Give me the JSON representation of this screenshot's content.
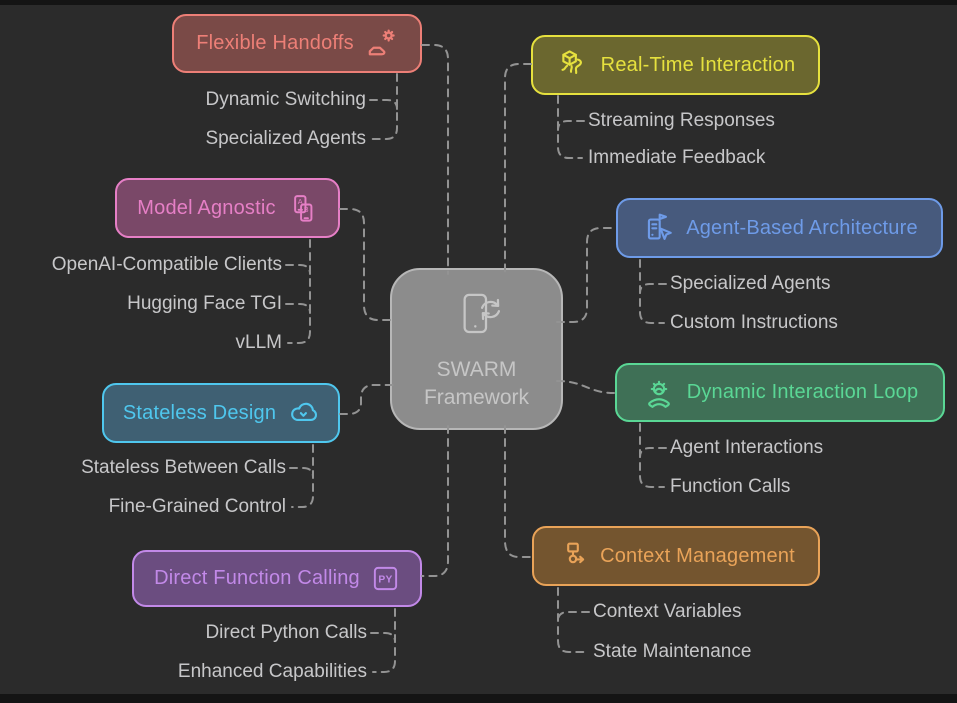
{
  "colors": {
    "background": "#2b2b2b",
    "frame": "#141414",
    "connector": "#939393",
    "child_text": "#c7c7c9"
  },
  "center": {
    "title_line1": "SWARM",
    "title_line2": "Framework",
    "icon": "phone-sync-icon",
    "fill": "#8c8c8c",
    "border": "#b7b7b7",
    "text_color": "#c6c6c6"
  },
  "nodes": [
    {
      "id": "flexible-handoffs",
      "label": "Flexible Handoffs",
      "icon": "flag-gear-icon",
      "side": "left",
      "color": "#ed7f77",
      "fill": "#7a4a47",
      "children": [
        "Dynamic Switching",
        "Specialized Agents"
      ]
    },
    {
      "id": "model-agnostic",
      "label": "Model Agnostic",
      "icon": "phones-ab-icon",
      "side": "left",
      "color": "#e67fc6",
      "fill": "#7a4868",
      "children": [
        "OpenAI-Compatible Clients",
        "Hugging Face TGI",
        "vLLM"
      ]
    },
    {
      "id": "stateless-design",
      "label": "Stateless Design",
      "icon": "cloud-chevron-icon",
      "side": "left",
      "color": "#4fc7ee",
      "fill": "#3f6073",
      "children": [
        "Stateless Between Calls",
        "Fine-Grained Control"
      ]
    },
    {
      "id": "direct-function-calling",
      "label": "Direct Function Calling",
      "icon": "python-badge-icon",
      "side": "left",
      "color": "#c289e8",
      "fill": "#6b4d80",
      "children": [
        "Direct Python Calls",
        "Enhanced Capabilities"
      ]
    },
    {
      "id": "real-time-interaction",
      "label": "Real-Time Interaction",
      "icon": "cube-drone-icon",
      "side": "right",
      "color": "#e6e13e",
      "fill": "#6b672f",
      "children": [
        "Streaming Responses",
        "Immediate Feedback"
      ]
    },
    {
      "id": "agent-based-architecture",
      "label": "Agent-Based Architecture",
      "icon": "building-cursor-icon",
      "side": "right",
      "color": "#6e9be8",
      "fill": "#475a7d",
      "children": [
        "Specialized Agents",
        "Custom Instructions"
      ]
    },
    {
      "id": "dynamic-interaction-loop",
      "label": "Dynamic Interaction Loop",
      "icon": "gear-handset-icon",
      "side": "right",
      "color": "#5ad795",
      "fill": "#3f7056",
      "children": [
        "Agent Interactions",
        "Function Calls"
      ]
    },
    {
      "id": "context-management",
      "label": "Context Management",
      "icon": "flow-node-arrow-icon",
      "side": "right",
      "color": "#e9a358",
      "fill": "#74552f",
      "children": [
        "Context Variables",
        "State Maintenance"
      ]
    }
  ]
}
